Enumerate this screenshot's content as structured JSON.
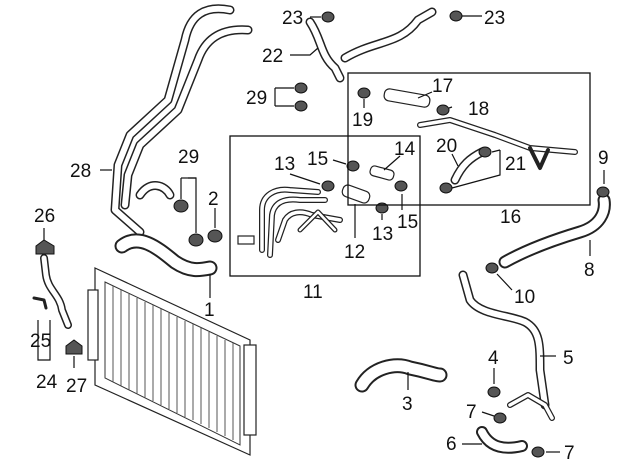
{
  "diagram": {
    "callouts": {
      "c1": "1",
      "c2": "2",
      "c3": "3",
      "c4": "4",
      "c5": "5",
      "c6": "6",
      "c7a": "7",
      "c7b": "7",
      "c8": "8",
      "c9": "9",
      "c10": "10",
      "c11": "11",
      "c12": "12",
      "c13a": "13",
      "c13b": "13",
      "c14": "14",
      "c15a": "15",
      "c15b": "15",
      "c16": "16",
      "c17": "17",
      "c18": "18",
      "c19": "19",
      "c20": "20",
      "c21": "21",
      "c22": "22",
      "c23a": "23",
      "c23b": "23",
      "c24": "24",
      "c25": "25",
      "c26": "26",
      "c27": "27",
      "c28": "28",
      "c29a": "29",
      "c29b": "29"
    },
    "colors": {
      "line": "#222222",
      "clamp": "#555555",
      "background": "#ffffff"
    }
  }
}
